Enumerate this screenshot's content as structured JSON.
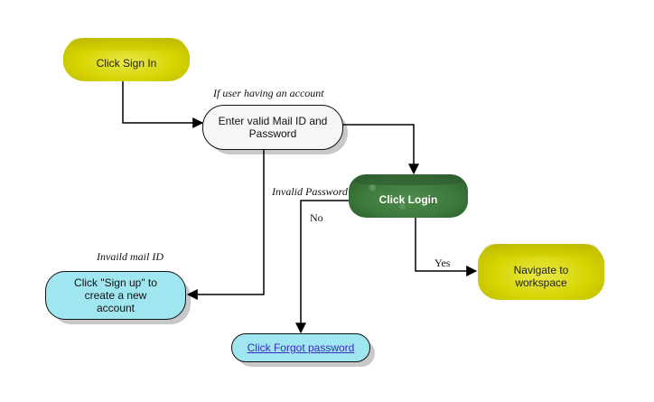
{
  "nodes": {
    "sign_in": "Click Sign In",
    "enter_credentials": "Enter valid Mail ID and Password",
    "login": "Click Login",
    "sign_up": "Click \"Sign up\" to create a new account",
    "forgot_password": "Click Forgot password",
    "workspace": "Navigate to workspace"
  },
  "edge_labels": {
    "has_account": "If user having an account",
    "invalid_password": "Invalid Password",
    "no": "No",
    "invalid_mail": "Invaild mail ID",
    "yes": "Yes"
  },
  "colors": {
    "olive": "#d6d400",
    "green": "#3d7a3c",
    "cyan": "#9fe6f0",
    "white": "#f6f6f6",
    "link": "#3a2bb8"
  }
}
